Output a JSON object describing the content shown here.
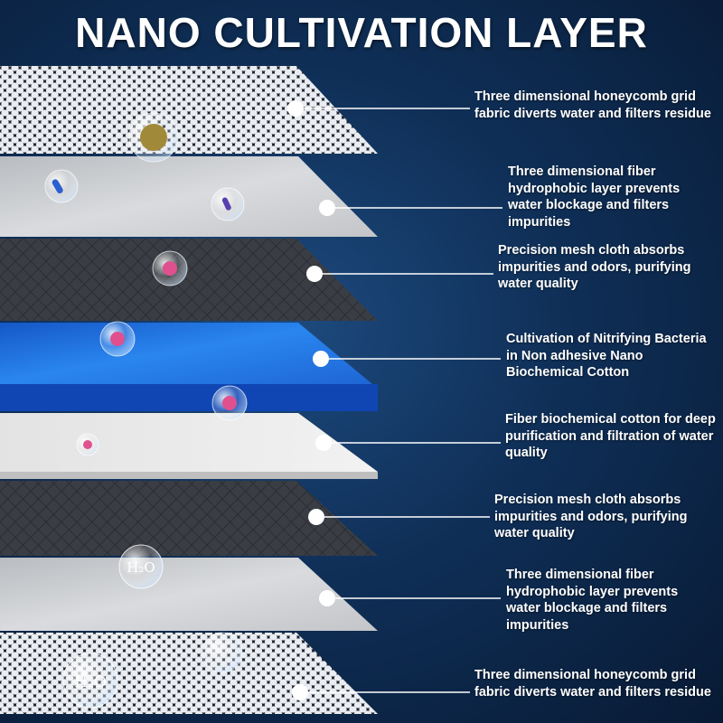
{
  "title": "NANO CULTIVATION LAYER",
  "layers": [
    {
      "description": "Three dimensional honeycomb grid fabric diverts water and filters residue"
    },
    {
      "description": "Three dimensional fiber hydrophobic layer prevents water blockage and filters impurities"
    },
    {
      "description": "Precision mesh cloth absorbs impurities and odors, purifying water quality"
    },
    {
      "description": "Cultivation of Nitrifying Bacteria in Non adhesive Nano Biochemical Cotton"
    },
    {
      "description": "Fiber biochemical cotton for deep purification and filtration of water quality"
    },
    {
      "description": "Precision mesh cloth absorbs impurities and odors, purifying water quality"
    },
    {
      "description": "Three dimensional fiber hydrophobic layer prevents water blockage and filters impurities"
    },
    {
      "description": "Three dimensional honeycomb grid fabric diverts water and filters residue"
    }
  ],
  "bubble_labels": [
    "H₂O",
    "H₂O"
  ],
  "colors": {
    "background": "#0f2f57",
    "text": "#ffffff",
    "blue_cotton": "#1f6fd6",
    "mesh_dark": "#3a3d44",
    "fiber_grey": "#c9cbce",
    "white_cotton": "#ececec"
  }
}
